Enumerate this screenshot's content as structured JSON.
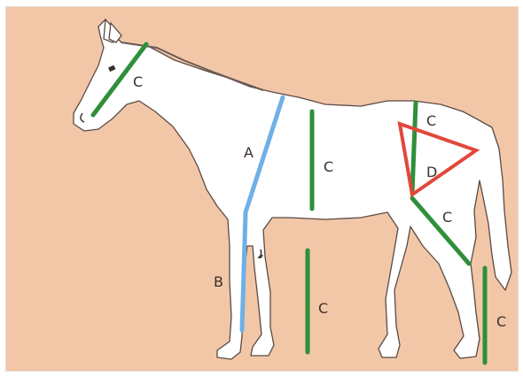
{
  "colors": {
    "background": "#f2c7a8",
    "horse_body": "#ffffff",
    "horse_outline": "#5a4a44",
    "green_line": "#2f8f3a",
    "blue_line": "#6fb0e6",
    "red_triangle": "#e2473a"
  },
  "labels": {
    "c_head": "C",
    "a_front": "A",
    "c_chest": "C",
    "c_flank": "C",
    "d_triangle": "D",
    "c_hip": "C",
    "b_front_leg": "B",
    "c_front_ground": "C",
    "c_rear_ground": "C"
  },
  "icons": {
    "eye": "eye-mark",
    "nostril": "nostril-mark",
    "chestnut": "chestnut-mark"
  }
}
